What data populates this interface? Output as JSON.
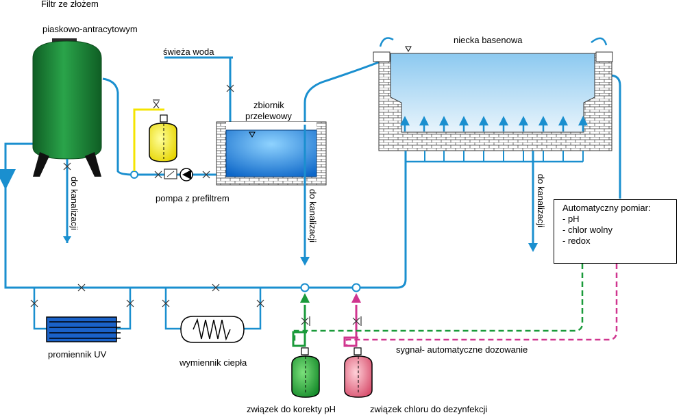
{
  "labels": {
    "filter_title_1": "Filtr ze złożem",
    "filter_title_2": "piaskowo-antracytowym",
    "fresh_water": "świeża woda",
    "tank_1": "zbiornik",
    "tank_2": "przelewowy",
    "pool": "niecka basenowa",
    "pump": "pompa z prefiltrem",
    "drain_filter": "do kanalizacji",
    "drain_tank": "do kanalizacji",
    "drain_pool": "do kanalizacji",
    "uv": "promiennik UV",
    "heat_exchanger": "wymiennik ciepła",
    "signal": "sygnał- automatyczne dozowanie",
    "ph_dosing": "związek do korekty pH",
    "chlorine_dosing": "związek chloru do dezynfekcji"
  },
  "measurement_box": {
    "title": "Automatyczny pomiar:",
    "items": [
      "- pH",
      "- chlor wolny",
      "- redox"
    ]
  },
  "colors": {
    "pipe": "#1a8fcf",
    "filter_green": "#1e8c3a",
    "water_blue": "#1b7fd6",
    "ph_line": "#1a9a3a",
    "chlorine_line": "#d0358f",
    "yellow_line": "#f5e400",
    "uv_blue": "#1a62c8"
  }
}
